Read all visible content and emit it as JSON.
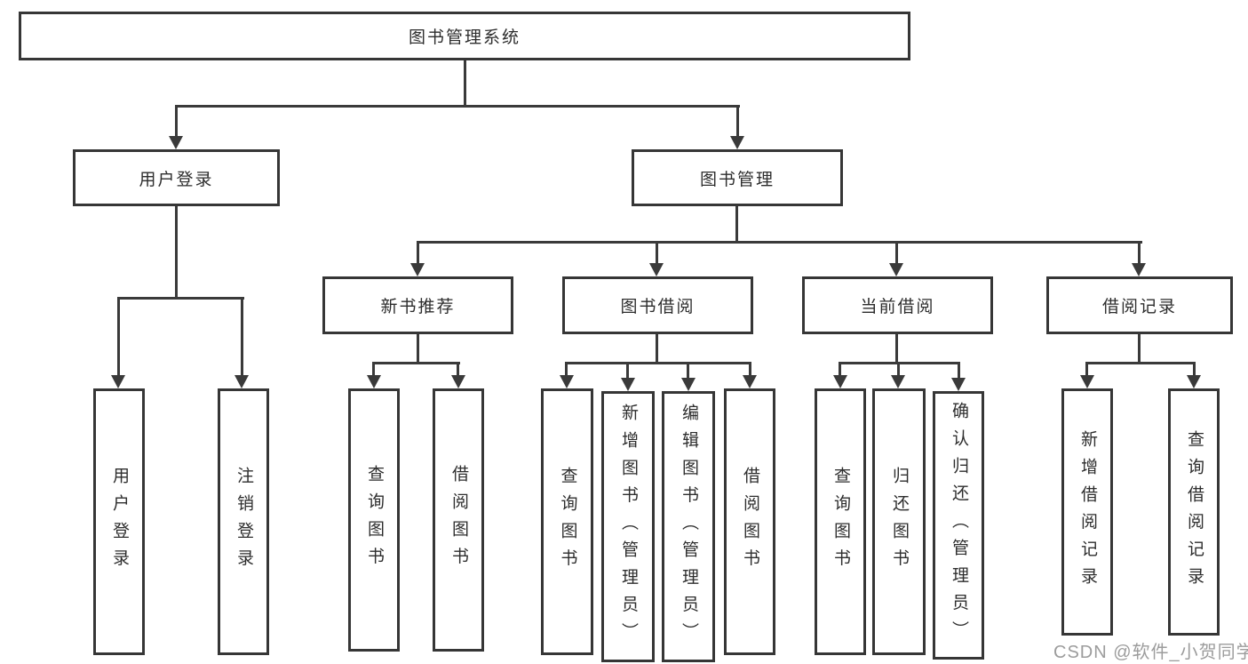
{
  "diagram": {
    "title": "图书管理系统",
    "root": {
      "label": "图书管理系统"
    },
    "branches": [
      {
        "label": "用户登录",
        "children": [
          {
            "label": "用户登录"
          },
          {
            "label": "注销登录"
          }
        ]
      },
      {
        "label": "图书管理",
        "children": [
          {
            "label": "新书推荐",
            "children": [
              {
                "label": "查询图书"
              },
              {
                "label": "借阅图书"
              }
            ]
          },
          {
            "label": "图书借阅",
            "children": [
              {
                "label": "查询图书"
              },
              {
                "label": "新增图书（管理员）"
              },
              {
                "label": "编辑图书（管理员）"
              },
              {
                "label": "借阅图书"
              }
            ]
          },
          {
            "label": "当前借阅",
            "children": [
              {
                "label": "查询图书"
              },
              {
                "label": "归还图书"
              },
              {
                "label": "确认归还（管理员）"
              }
            ]
          },
          {
            "label": "借阅记录",
            "children": [
              {
                "label": "新增借阅记录"
              },
              {
                "label": "查询借阅记录"
              }
            ]
          }
        ]
      }
    ]
  },
  "watermark": {
    "text": "CSDN @软件_小贺同学"
  },
  "colors": {
    "line": "#3a3a3a",
    "box_border": "#363636",
    "text": "#2d2d2d",
    "watermark": "#9c9c9c",
    "background": "#ffffff"
  }
}
